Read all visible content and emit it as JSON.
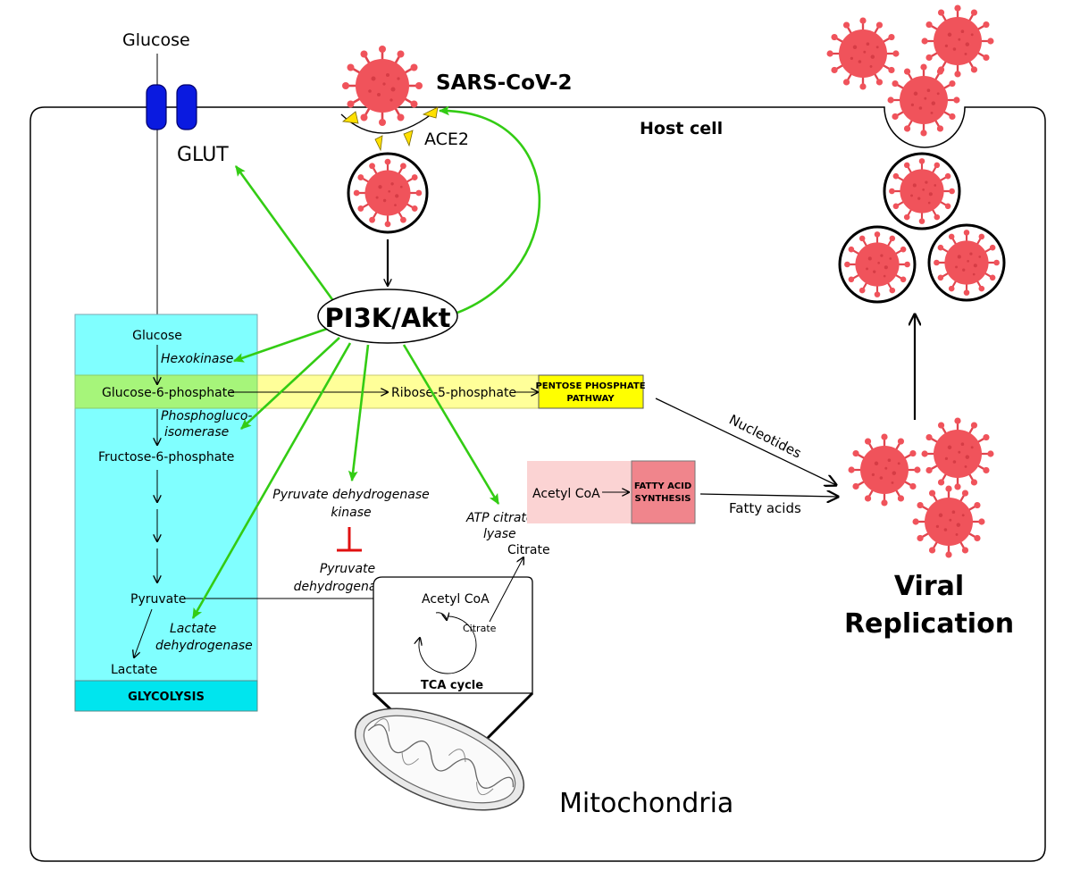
{
  "labels": {
    "glucose_outside": "Glucose",
    "sars": "SARS-CoV-2",
    "host_cell": "Host cell",
    "glut": "GLUT",
    "ace2": "ACE2",
    "pi3k": "PI3K/Akt",
    "mitochondria": "Mitochondria",
    "viral_line1": "Viral",
    "viral_line2": "Replication",
    "nucleotides": "Nucleotides",
    "fatty_acids": "Fatty acids"
  },
  "glycolysis": {
    "title": "GLYCOLYSIS",
    "glucose": "Glucose",
    "hexokinase": "Hexokinase",
    "g6p": "Glucose-6-phosphate",
    "pgi_line1": "Phosphogluco-",
    "pgi_line2": "isomerase",
    "f6p": "Fructose-6-phosphate",
    "pyruvate": "Pyruvate",
    "ldh_line1": "Lactate",
    "ldh_line2": "dehydrogenase",
    "lactate": "Lactate"
  },
  "ppp": {
    "r5p": "Ribose-5-phosphate",
    "label_line1": "PENTOSE PHOSPHATE",
    "label_line2": "PATHWAY"
  },
  "pdh": {
    "pdk_line1": "Pyruvate dehydrogenase",
    "pdk_line2": "kinase",
    "pdh_line1": "Pyruvate",
    "pdh_line2": "dehydrogenase"
  },
  "tca": {
    "acetyl": "Acetyl CoA",
    "citrate_inner": "Citrate",
    "title": "TCA cycle",
    "citrate_out": "Citrate"
  },
  "fas": {
    "acly_line1": "ATP citrate",
    "acly_line2": "lyase",
    "acetyl": "Acetyl CoA",
    "label_line1": "FATTY ACID",
    "label_line2": "SYNTHESIS"
  },
  "colors": {
    "glycolysis_box": "#80ffff",
    "glycolysis_header": "#00e5ee",
    "ppp_band": "#ffff99",
    "ppp_label": "#ffff00",
    "g6p_green": "#a6f57a",
    "fas_light": "#fbd3d3",
    "fas_dark": "#f0858c",
    "virus": "#f0535b",
    "activation_arrow": "#33cc14",
    "inhibition": "#e01010",
    "glut": "#0a1ae0",
    "ace2": "#ffe000"
  }
}
